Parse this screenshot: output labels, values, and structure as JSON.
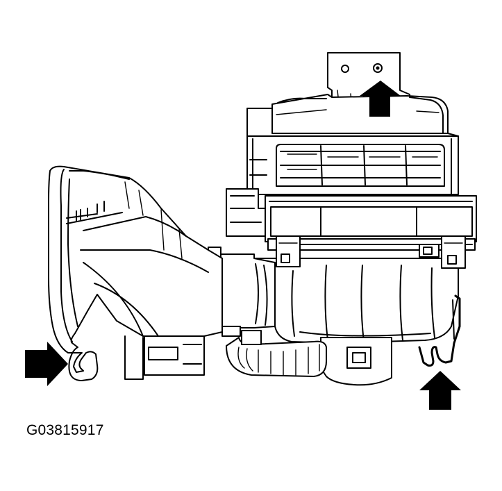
{
  "figure_id": "G03815917",
  "colors": {
    "line": "#000000",
    "background": "#ffffff"
  },
  "callouts": [
    {
      "name": "up-arrow-top",
      "direction": "up"
    },
    {
      "name": "right-arrow-left",
      "direction": "right"
    },
    {
      "name": "up-arrow-right",
      "direction": "up"
    }
  ]
}
